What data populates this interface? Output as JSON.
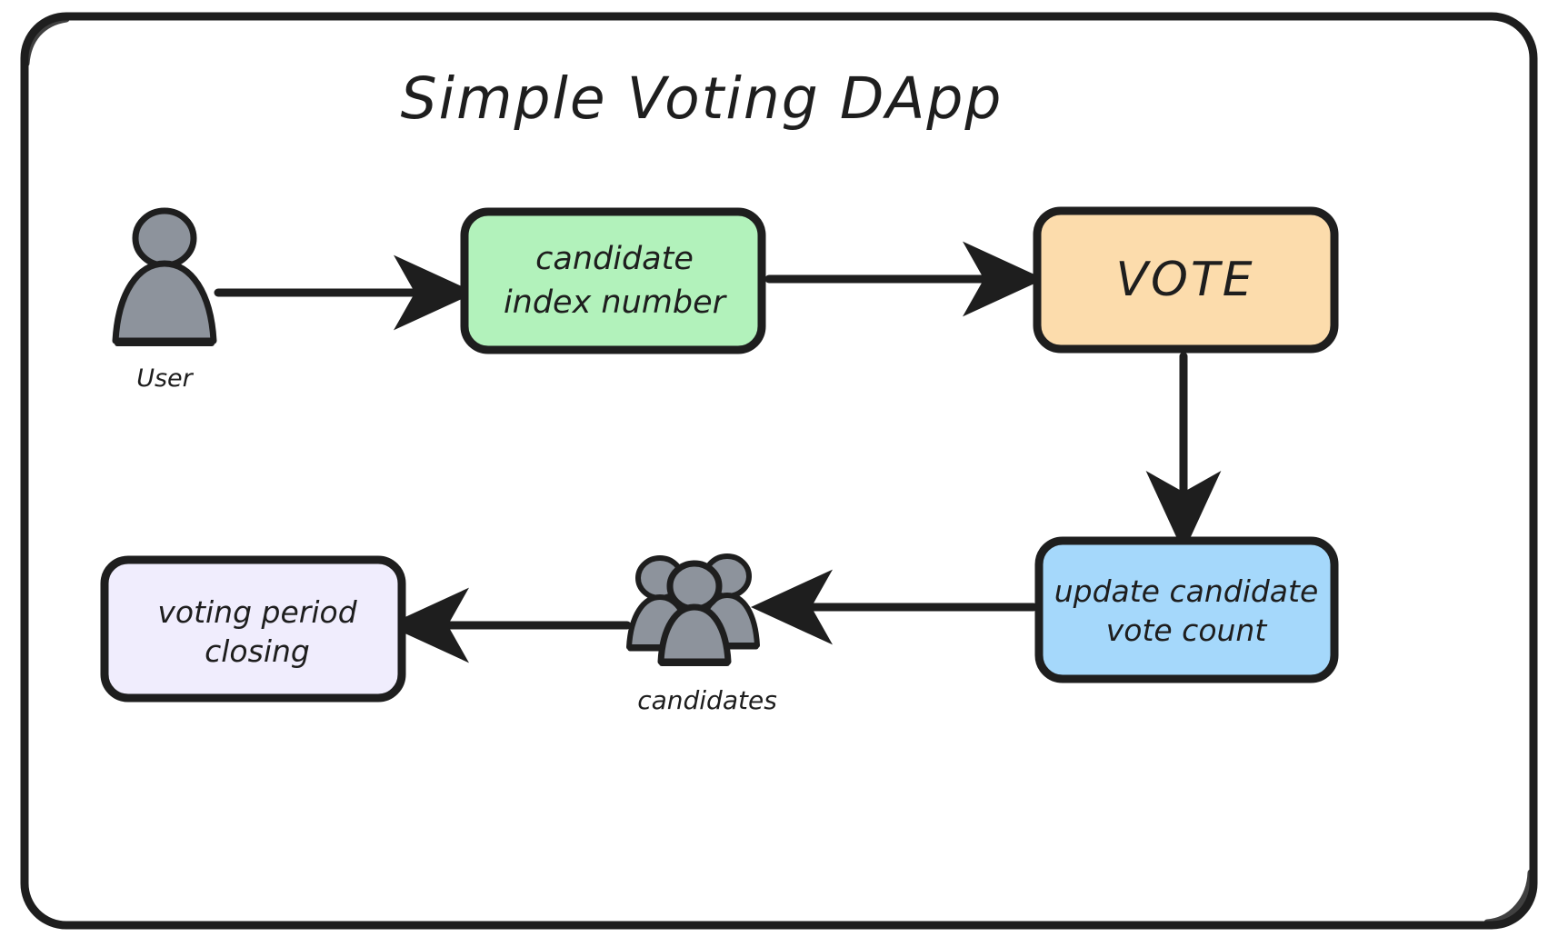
{
  "diagram": {
    "title": "Simple Voting DApp",
    "style": "hand-drawn flowchart",
    "background_color": "#ffffff",
    "stroke_color": "#1e1e1e",
    "frame": {
      "name": "outer-rounded-frame",
      "stroke_color": "#1e1e1e",
      "fill": "#ffffff"
    },
    "nodes": [
      {
        "id": "user",
        "type": "actor-icon",
        "label": "User",
        "icon": "person-icon",
        "fill": "#8d939c",
        "stroke": "#1e1e1e"
      },
      {
        "id": "candidate-index",
        "type": "process-box",
        "label_line1": "candidate",
        "label_line2": "index number",
        "fill": "#b2f2bb",
        "stroke": "#1e1e1e"
      },
      {
        "id": "vote",
        "type": "process-box",
        "label_line1": "VOTE",
        "label_line2": "",
        "fill": "#fcdcac",
        "stroke": "#1e1e1e"
      },
      {
        "id": "update-count",
        "type": "process-box",
        "label_line1": "update candidate",
        "label_line2": "vote count",
        "fill": "#a5d8fb",
        "stroke": "#1e1e1e"
      },
      {
        "id": "candidates",
        "type": "actor-icon",
        "label": "candidates",
        "icon": "people-group-icon",
        "fill": "#8d939c",
        "stroke": "#1e1e1e"
      },
      {
        "id": "voting-period-closing",
        "type": "process-box",
        "label_line1": "voting period",
        "label_line2": "closing",
        "fill": "#f0edfd",
        "stroke": "#1e1e1e"
      }
    ],
    "edges": [
      {
        "id": "edge-user-to-candidate",
        "from": "user",
        "to": "candidate-index",
        "direction": "right",
        "label": ""
      },
      {
        "id": "edge-candidate-to-vote",
        "from": "candidate-index",
        "to": "vote",
        "direction": "right",
        "label": ""
      },
      {
        "id": "edge-vote-to-update",
        "from": "vote",
        "to": "update-count",
        "direction": "down",
        "label": ""
      },
      {
        "id": "edge-update-to-candidates",
        "from": "update-count",
        "to": "candidates",
        "direction": "left",
        "label": ""
      },
      {
        "id": "edge-candidates-to-closing",
        "from": "candidates",
        "to": "voting-period-closing",
        "direction": "left",
        "label": ""
      }
    ]
  }
}
